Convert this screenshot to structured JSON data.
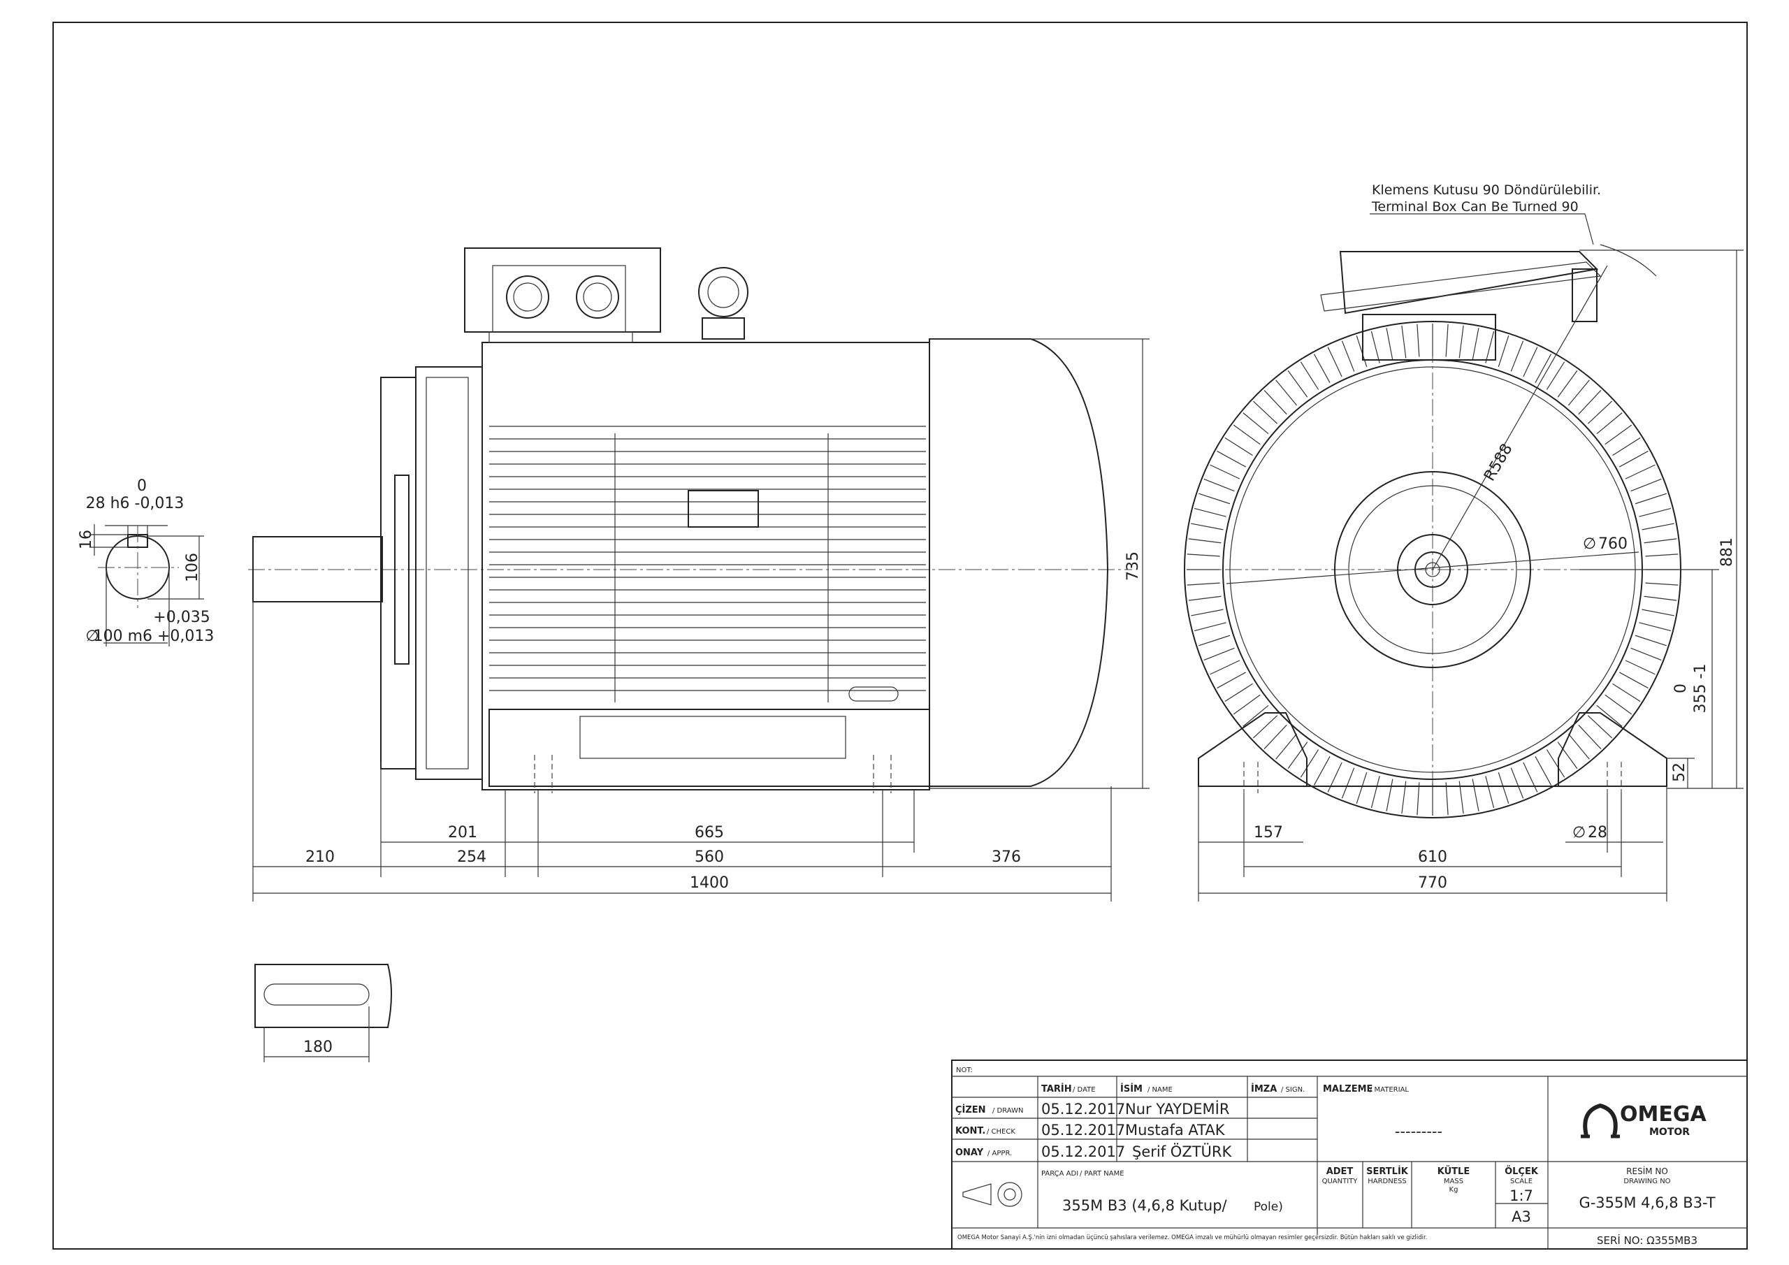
{
  "note": {
    "terminal_box_tr": "Klemens Kutusu 90 Döndürülebilir.",
    "terminal_box_en": "Terminal Box Can Be Turned 90"
  },
  "dimensions": {
    "shaft_key_tol_upper": "0",
    "shaft_key": "28 h6 -0,013",
    "key_depth": "16",
    "shaft_height": "106",
    "shaft_tol_upper": "+0,035",
    "shaft_dia": "100 m6 +0,013",
    "d201": "201",
    "d665": "665",
    "d210": "210",
    "d254": "254",
    "d560": "560",
    "d376": "376",
    "d1400": "1400",
    "d735": "735",
    "d180": "180",
    "r588": "R588",
    "d760": "760",
    "d881": "881",
    "h_tol_upper": "0",
    "h355": "355 -1",
    "d52": "52",
    "d157": "157",
    "d28": "28",
    "d610": "610",
    "d770": "770"
  },
  "title_block": {
    "not_label": "NOT:",
    "col_date": "TARİH",
    "col_date_en": "/ DATE",
    "col_name": "İSİM",
    "col_name_en": "/ NAME",
    "col_sign": "İMZA",
    "col_sign_en": "/ SIGN.",
    "material_label": "MALZEME",
    "material_en": "/ MATERIAL",
    "material_value": "---------",
    "rows": [
      {
        "role": "ÇİZEN",
        "role_en": "/ DRAWN",
        "date": "05.12.2017",
        "name": "Nur YAYDEMİR"
      },
      {
        "role": "KONT.",
        "role_en": "/ CHECK",
        "date": "05.12.2017",
        "name": "Mustafa ATAK"
      },
      {
        "role": "ONAY",
        "role_en": "/ APPR.",
        "date": "05.12.2017",
        "name": "Şerif ÖZTÜRK"
      }
    ],
    "part_label": "PARÇA ADI",
    "part_label_en": "/ PART NAME",
    "part_name": "355M B3 (4,6,8 Kutup/",
    "part_name_pole": "Pole)",
    "qty_label": "ADET",
    "qty_en": "QUANTITY",
    "hardness_label": "SERTLİK",
    "hardness_en": "HARDNESS",
    "mass_label": "KÜTLE",
    "mass_en": "MASS",
    "mass_unit": "Kg",
    "scale_label": "ÖLÇEK",
    "scale_en": "SCALE",
    "scale_value": "1:7",
    "paper": "A3",
    "drawing_no_label": "RESİM NO",
    "drawing_no_en": "DRAWING NO",
    "drawing_no": "G-355M 4,6,8 B3-T",
    "serial": "SERİ NO: Ω355MB3",
    "logo_main": "OMEGA",
    "logo_sub": "MOTOR",
    "footer": "OMEGA Motor Sanayi A.Ş.'nin izni olmadan üçüncü şahıslara verilemez. OMEGA imzalı ve mühürlü olmayan resimler geçersizdir. Bütün hakları saklı ve gizlidir."
  }
}
